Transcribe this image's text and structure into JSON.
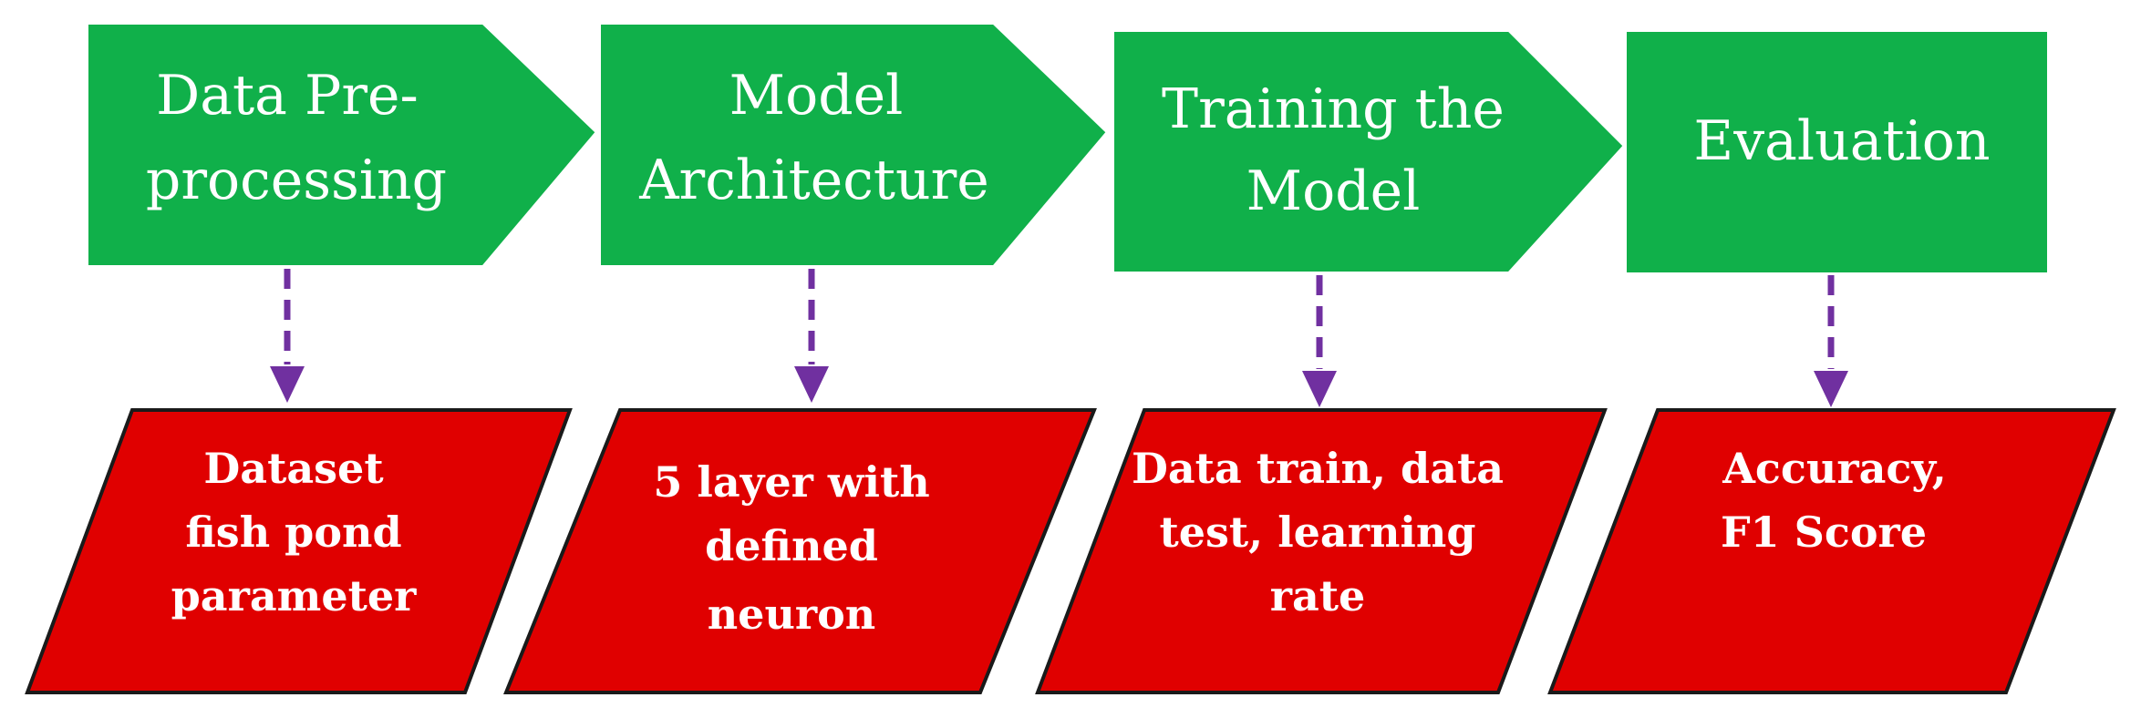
{
  "colors": {
    "stage_fill": "#10b04a",
    "stage_stroke": "#ffffff",
    "detail_fill": "#e00000",
    "detail_stroke": "#1a1a1a",
    "connector": "#7030a0",
    "text": "#ffffff"
  },
  "stages": [
    {
      "lines": [
        "Data Pre-",
        "processing"
      ],
      "detail_lines": [
        "Dataset",
        "fish pond",
        "parameter"
      ]
    },
    {
      "lines": [
        "Model",
        "Architecture"
      ],
      "detail_lines": [
        "5 layer with",
        "defined",
        "neuron"
      ]
    },
    {
      "lines": [
        "Training the",
        "Model"
      ],
      "detail_lines": [
        "Data train, data",
        "test, learning",
        "rate"
      ]
    },
    {
      "lines": [
        "Evaluation"
      ],
      "detail_lines": [
        "Accuracy,",
        "F1 Score"
      ]
    }
  ]
}
